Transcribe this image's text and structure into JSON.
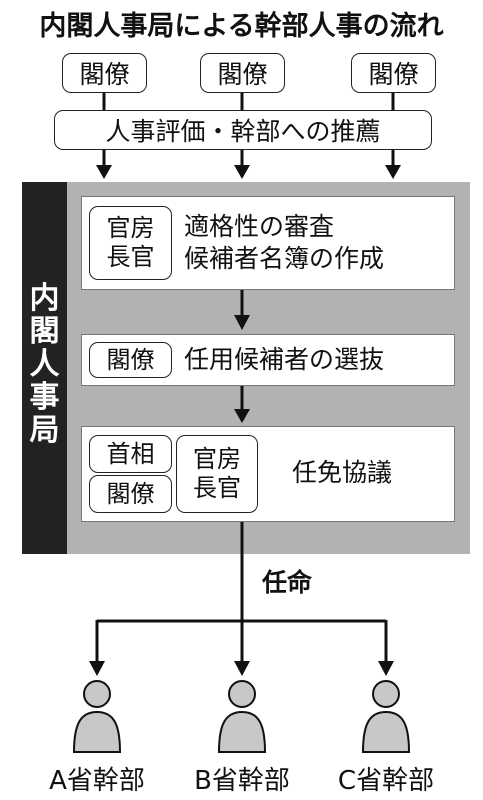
{
  "title": "内閣人事局による幹部人事の流れ",
  "ministers": [
    "閣僚",
    "閣僚",
    "閣僚"
  ],
  "evaluation": "人事評価・幹部への推薦",
  "bureau_label": [
    "内",
    "閣",
    "人",
    "事",
    "局"
  ],
  "step1": {
    "actor": [
      "官房",
      "長官"
    ],
    "lines": [
      "適格性の審査",
      "候補者名簿の作成"
    ]
  },
  "step2": {
    "actor": "閣僚",
    "text": "任用候補者の選抜"
  },
  "step3": {
    "actors_left": [
      "首相",
      "閣僚"
    ],
    "actor_right": [
      "官房",
      "長官"
    ],
    "text": "任免協議"
  },
  "appointment": "任命",
  "officials": [
    "A省幹部",
    "B省幹部",
    "C省幹部"
  ]
}
